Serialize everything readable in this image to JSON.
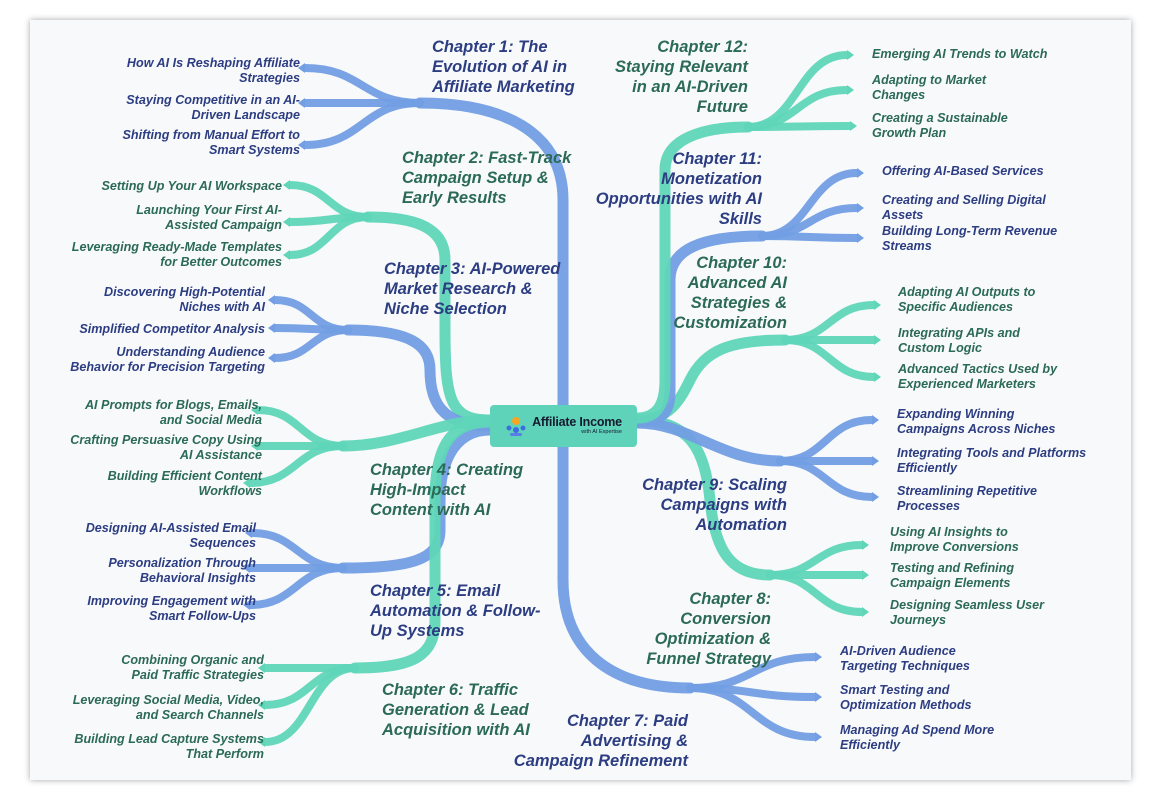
{
  "center": {
    "title": "Affiliate Income",
    "subtitle": "with AI Expertise",
    "icon": "people-network-icon"
  },
  "colors": {
    "blue": "#729ee3",
    "teal": "#5fd6b8",
    "blue_text": "#2c3d82",
    "teal_text": "#2b6a56",
    "background": "#f8f9fb"
  },
  "chapters": [
    {
      "title_lines": [
        "Chapter 1: The",
        "Evolution of AI in",
        "Affiliate Marketing"
      ],
      "color": "blue",
      "items": [
        [
          "How AI Is Reshaping Affiliate",
          "Strategies"
        ],
        [
          "Staying Competitive in an AI-",
          "Driven Landscape"
        ],
        [
          "Shifting from Manual Effort to",
          "Smart Systems"
        ]
      ]
    },
    {
      "title_lines": [
        "Chapter 2: Fast-Track",
        "Campaign Setup &",
        "Early Results"
      ],
      "color": "teal",
      "items": [
        [
          "Setting Up Your AI Workspace"
        ],
        [
          "Launching Your First AI-",
          "Assisted Campaign"
        ],
        [
          "Leveraging Ready-Made Templates",
          "for Better Outcomes"
        ]
      ]
    },
    {
      "title_lines": [
        "Chapter 3: AI-Powered",
        "Market Research &",
        "Niche Selection"
      ],
      "color": "blue",
      "items": [
        [
          "Discovering High-Potential",
          "Niches with AI"
        ],
        [
          "Simplified Competitor Analysis"
        ],
        [
          "Understanding Audience",
          "Behavior for Precision Targeting"
        ]
      ]
    },
    {
      "title_lines": [
        "Chapter 4: Creating",
        "High-Impact",
        "Content with AI"
      ],
      "color": "teal",
      "items": [
        [
          "AI Prompts for Blogs, Emails,",
          "and Social Media"
        ],
        [
          "Crafting Persuasive Copy Using",
          "AI Assistance"
        ],
        [
          "Building Efficient Content",
          "Workflows"
        ]
      ]
    },
    {
      "title_lines": [
        "Chapter 5: Email",
        "Automation & Follow-",
        "Up Systems"
      ],
      "color": "blue",
      "items": [
        [
          "Designing AI-Assisted Email",
          "Sequences"
        ],
        [
          "Personalization Through",
          "Behavioral Insights"
        ],
        [
          "Improving Engagement with",
          "Smart Follow-Ups"
        ]
      ]
    },
    {
      "title_lines": [
        "Chapter 6: Traffic",
        "Generation & Lead",
        "Acquisition with AI"
      ],
      "color": "teal",
      "items": [
        [
          "Combining Organic and",
          "Paid Traffic Strategies"
        ],
        [
          "Leveraging Social Media, Video,",
          "and Search Channels"
        ],
        [
          "Building Lead Capture Systems",
          "That Perform"
        ]
      ]
    },
    {
      "title_lines": [
        "Chapter 7: Paid",
        "Advertising &",
        "Campaign Refinement"
      ],
      "color": "blue",
      "items": [
        [
          "AI-Driven Audience",
          "Targeting Techniques"
        ],
        [
          "Smart Testing and",
          "Optimization Methods"
        ],
        [
          "Managing Ad Spend More",
          "Efficiently"
        ]
      ]
    },
    {
      "title_lines": [
        "Chapter 8:",
        "Conversion",
        "Optimization &",
        "Funnel Strategy"
      ],
      "color": "teal",
      "items": [
        [
          "Using AI Insights to",
          "Improve Conversions"
        ],
        [
          "Testing and Refining",
          "Campaign Elements"
        ],
        [
          "Designing Seamless User",
          "Journeys"
        ]
      ]
    },
    {
      "title_lines": [
        "Chapter 9: Scaling",
        "Campaigns with",
        "Automation"
      ],
      "color": "blue",
      "items": [
        [
          "Expanding Winning",
          "Campaigns Across Niches"
        ],
        [
          "Integrating Tools and Platforms",
          "Efficiently"
        ],
        [
          "Streamlining Repetitive",
          "Processes"
        ]
      ]
    },
    {
      "title_lines": [
        "Chapter 10:",
        "Advanced AI",
        "Strategies &",
        "Customization"
      ],
      "color": "teal",
      "items": [
        [
          "Adapting AI Outputs to",
          "Specific Audiences"
        ],
        [
          "Integrating APIs and",
          "Custom Logic"
        ],
        [
          "Advanced Tactics Used by",
          "Experienced Marketers"
        ]
      ]
    },
    {
      "title_lines": [
        "Chapter 11:",
        "Monetization",
        "Opportunities with AI",
        "Skills"
      ],
      "color": "blue",
      "items": [
        [
          "Offering AI-Based Services"
        ],
        [
          "Creating and Selling Digital",
          "Assets"
        ],
        [
          "Building Long-Term Revenue",
          "Streams"
        ]
      ]
    },
    {
      "title_lines": [
        "Chapter 12:",
        "Staying Relevant",
        "in an AI-Driven",
        "Future"
      ],
      "color": "teal",
      "items": [
        [
          "Emerging AI Trends to Watch"
        ],
        [
          "Adapting to Market",
          "Changes"
        ],
        [
          "Creating a Sustainable",
          "Growth Plan"
        ]
      ]
    }
  ]
}
